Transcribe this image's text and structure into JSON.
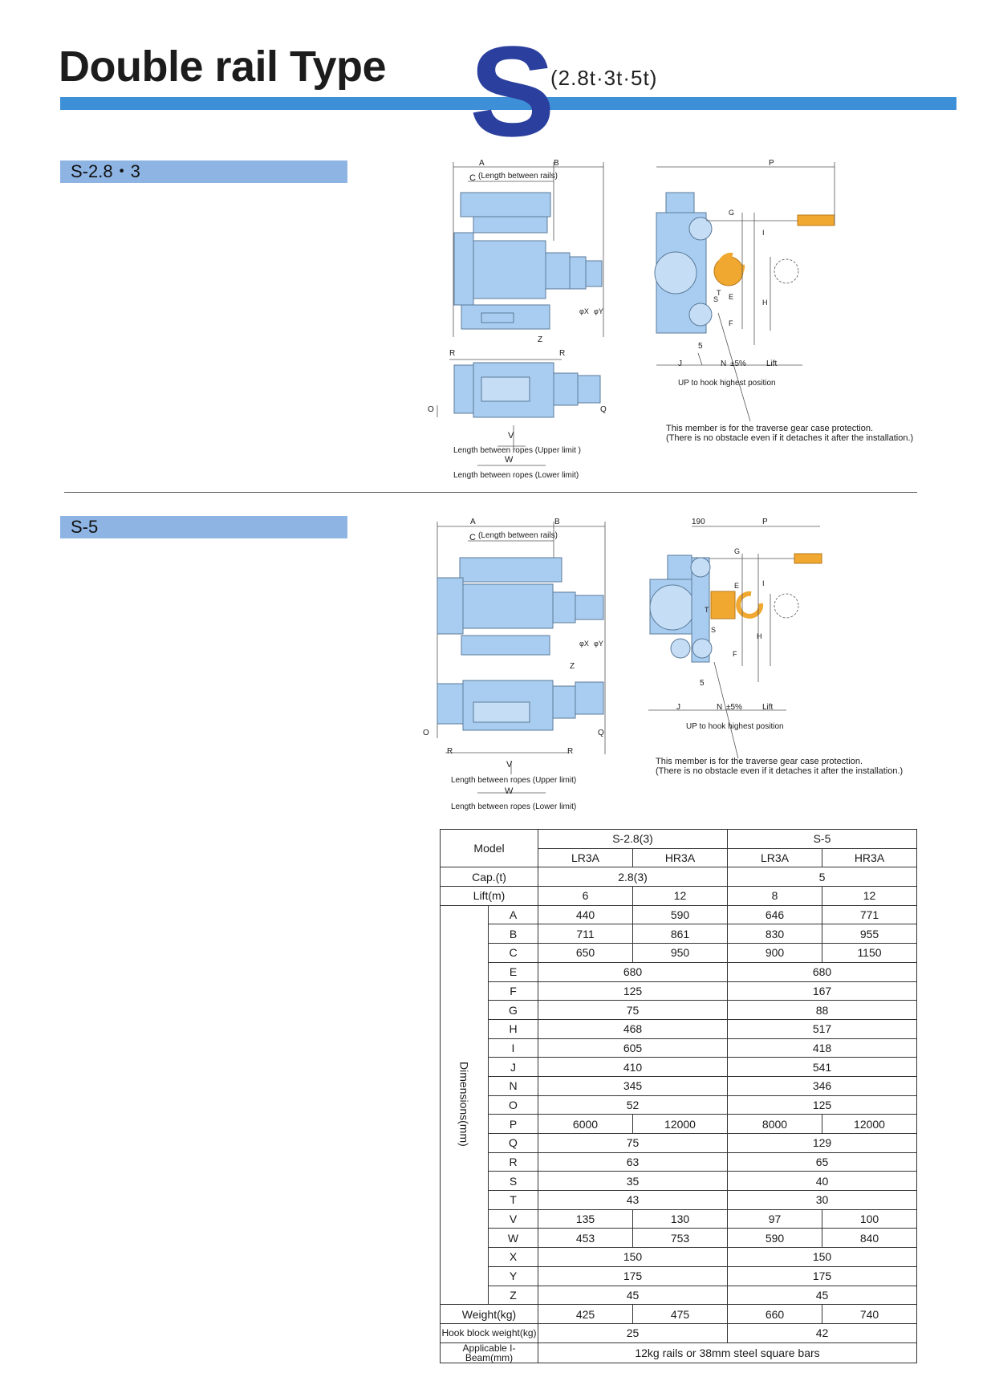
{
  "header": {
    "title": "Double rail Type",
    "series_letter": "S",
    "capacity_range": "(2.8t·3t·5t)"
  },
  "sections": [
    {
      "label": "S-2.8・3"
    },
    {
      "label": "S-5"
    }
  ],
  "diagram1": {
    "labels": {
      "a": "A",
      "b": "B",
      "c": "C",
      "c_note": "(Length between rails)",
      "x": "φX",
      "y": "φY",
      "z": "Z",
      "r": "R",
      "o": "O",
      "q": "Q",
      "v": "V",
      "w": "W",
      "v_note": "Length between ropes (Upper limit )",
      "w_note": "Length between ropes (Lower limit)",
      "p": "P",
      "g": "G",
      "i": "I",
      "e": "E",
      "t": "T",
      "s": "S",
      "h": "H",
      "f": "F",
      "five": "5",
      "j": "J",
      "n": "N",
      "tol": "±5%",
      "lift": "Lift",
      "up_note": "UP to hook highest position",
      "member_note_1": "This member is for the traverse gear case protection.",
      "member_note_2": "(There is no obstacle even if it detaches it after the installation.)"
    }
  },
  "diagram2": {
    "labels": {
      "a": "A",
      "b": "B",
      "c": "C",
      "c_note": "(Length between rails)",
      "x": "φX",
      "y": "φY",
      "z": "Z",
      "r": "R",
      "o": "O",
      "q": "Q",
      "v": "V",
      "w": "W",
      "v_note": "Length between ropes (Upper limit)",
      "w_note": "Length between ropes (Lower limit)",
      "dim190": "190",
      "p": "P",
      "g": "G",
      "i": "I",
      "e": "E",
      "t": "T",
      "s": "S",
      "h": "H",
      "f": "F",
      "five": "5",
      "j": "J",
      "n": "N",
      "tol": "±5%",
      "lift": "Lift",
      "up_note": "UP to hook highest position",
      "member_note_1": "This member is for the traverse gear case protection.",
      "member_note_2": "(There is no obstacle even if it detaches it after the installation.)"
    }
  },
  "table": {
    "model_label": "Model",
    "group1": "S-2.8(3)",
    "group2": "S-5",
    "sub_headers": [
      "LR3A",
      "HR3A",
      "LR3A",
      "HR3A"
    ],
    "cap_label": "Cap.(t)",
    "cap_values": [
      "2.8(3)",
      "5"
    ],
    "lift_label": "Lift(m)",
    "lift_values": [
      "6",
      "12",
      "8",
      "12"
    ],
    "dimensions_label": "Dimensions(mm)",
    "dimension_rows": [
      {
        "key": "A",
        "values": [
          "440",
          "590",
          "646",
          "771"
        ]
      },
      {
        "key": "B",
        "values": [
          "711",
          "861",
          "830",
          "955"
        ]
      },
      {
        "key": "C",
        "values": [
          "650",
          "950",
          "900",
          "1150"
        ]
      },
      {
        "key": "E",
        "values": [
          "680",
          "680"
        ]
      },
      {
        "key": "F",
        "values": [
          "125",
          "167"
        ]
      },
      {
        "key": "G",
        "values": [
          "75",
          "88"
        ]
      },
      {
        "key": "H",
        "values": [
          "468",
          "517"
        ]
      },
      {
        "key": "I",
        "values": [
          "605",
          "418"
        ]
      },
      {
        "key": "J",
        "values": [
          "410",
          "541"
        ]
      },
      {
        "key": "N",
        "values": [
          "345",
          "346"
        ]
      },
      {
        "key": "O",
        "values": [
          "52",
          "125"
        ]
      },
      {
        "key": "P",
        "values": [
          "6000",
          "12000",
          "8000",
          "12000"
        ]
      },
      {
        "key": "Q",
        "values": [
          "75",
          "129"
        ]
      },
      {
        "key": "R",
        "values": [
          "63",
          "65"
        ]
      },
      {
        "key": "S",
        "values": [
          "35",
          "40"
        ]
      },
      {
        "key": "T",
        "values": [
          "43",
          "30"
        ]
      },
      {
        "key": "V",
        "values": [
          "135",
          "130",
          "97",
          "100"
        ]
      },
      {
        "key": "W",
        "values": [
          "453",
          "753",
          "590",
          "840"
        ]
      },
      {
        "key": "X",
        "values": [
          "150",
          "150"
        ]
      },
      {
        "key": "Y",
        "values": [
          "175",
          "175"
        ]
      },
      {
        "key": "Z",
        "values": [
          "45",
          "45"
        ]
      }
    ],
    "weight_label": "Weight(kg)",
    "weight_values": [
      "425",
      "475",
      "660",
      "740"
    ],
    "hook_label": "Hook block weight(kg)",
    "hook_values": [
      "25",
      "42"
    ],
    "beam_label": "Applicable I-Beam(mm)",
    "beam_value": "12kg rails or 38mm steel square bars"
  },
  "colors": {
    "accent_blue": "#3d8fd8",
    "series_blue": "#2b3f9e",
    "section_bar": "#8eb4e3",
    "machine_blue": "#a9cdf0",
    "hook_orange": "#f0a830"
  }
}
